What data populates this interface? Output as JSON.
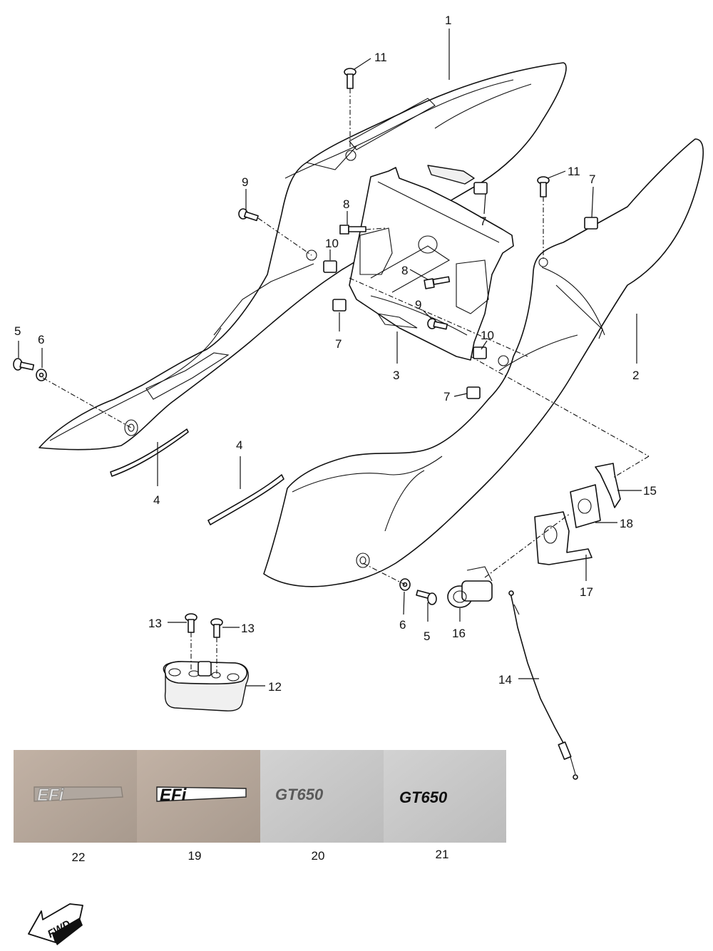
{
  "callouts": [
    "1",
    "11",
    "9",
    "8",
    "10",
    "7",
    "7",
    "11",
    "7",
    "8",
    "9",
    "10",
    "2",
    "3",
    "7",
    "5",
    "6",
    "4",
    "4",
    "15",
    "18",
    "17",
    "6",
    "5",
    "16",
    "13",
    "13",
    "12",
    "14"
  ],
  "photos": [
    {
      "label": "22",
      "emblem": "EFi"
    },
    {
      "label": "19",
      "emblem": "EFi"
    },
    {
      "label": "20",
      "emblem": "GT650"
    },
    {
      "label": "21",
      "emblem": "GT650"
    }
  ],
  "fwd_badge": "FWD",
  "colors": {
    "line": "#111111",
    "photo_bg_a": "#b9a99c",
    "photo_bg_b": "#c8c8c8"
  }
}
